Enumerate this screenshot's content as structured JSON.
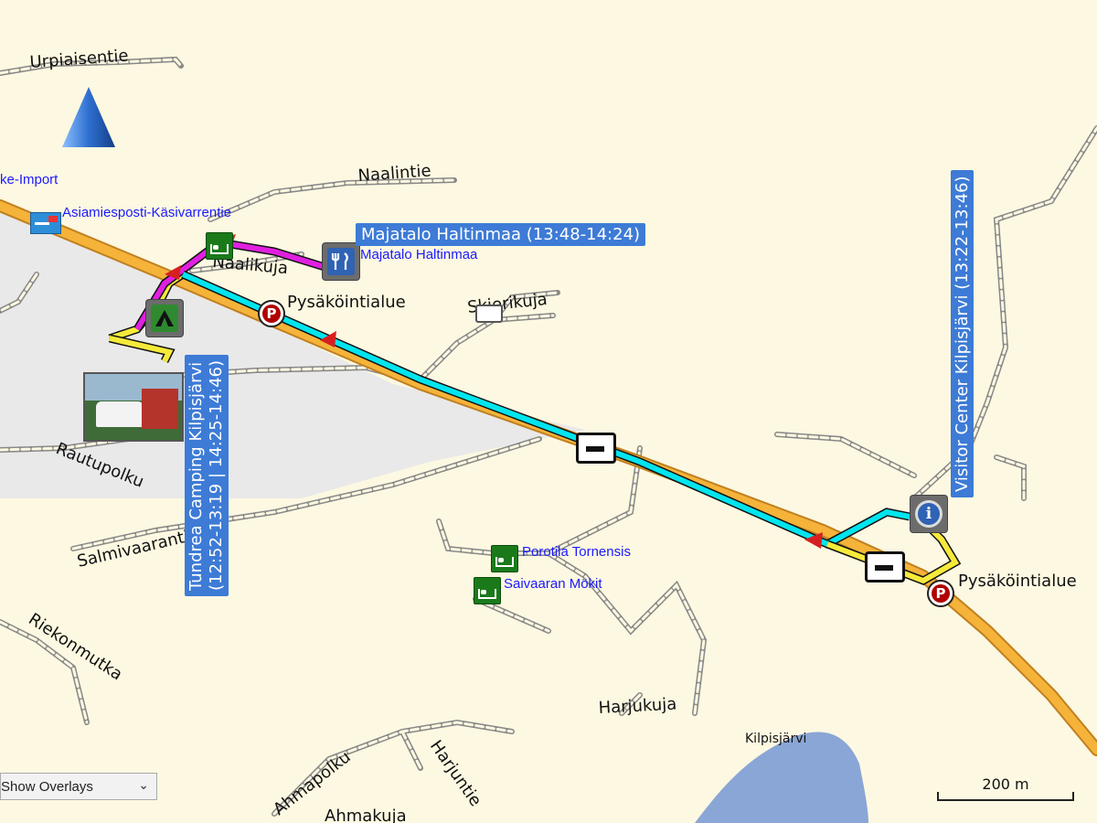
{
  "map": {
    "road_labels": {
      "urpiaisentie": "Urpiaisentie",
      "naalintie": "Naalintie",
      "naalikuja": "Naalikuja",
      "skierikuja": "Skierikuja",
      "rautupolku": "Rautupolku",
      "salmivaarantie": "Salmivaarantie",
      "riekonmutka": "Riekonmutka",
      "harjukuja": "Harjukuja",
      "ahmapolku": "Ahmapolku",
      "harjuntie": "Harjuntie",
      "ahmakuja": "Ahmakuja",
      "lake": "Kilpisjärvi"
    },
    "poi_labels": {
      "ke_import": "ke-Import",
      "asiamiesposti": "Asiamiesposti-Käsivarrentie",
      "majatalo": "Majatalo Haltinmaa",
      "porotila": "Porotila Tornensis",
      "saivaaran": "Saivaaran Mökit"
    },
    "parking_labels": {
      "parking_1": "Pysäköintialue",
      "parking_2": "Pysäköintialue"
    },
    "callouts": {
      "majatalo_visit": "Majatalo Haltinmaa (13:48-14:24)",
      "tundrea_visit_line1": "Tundrea Camping Kilpisjärvi",
      "tundrea_visit_line2": "(12:52-13:19 | 14:25-14:46)",
      "visitor_center_visit": "Visitor Center Kilpisjärvi (13:22-13:46)"
    },
    "icons": {
      "north_arrow": "north-arrow-icon",
      "restaurant": "fork-knife-icon",
      "campground": "tent-icon",
      "info": "info-icon",
      "lodging": "bed-icon",
      "parking": "parking-icon",
      "mail": "mailbox-icon",
      "photo": "photo-thumbnail"
    },
    "colors": {
      "background": "#fdf8e1",
      "main_road": "#f5b33a",
      "track_cyan": "#00e5ee",
      "track_magenta": "#e020e0",
      "track_yellow": "#f5ea3a",
      "callout": "#3d7bd6",
      "water": "#8aa6d6",
      "built_area": "#e9e9e9"
    }
  },
  "controls": {
    "overlay_select": "Show Overlays",
    "scale_label": "200 m"
  }
}
